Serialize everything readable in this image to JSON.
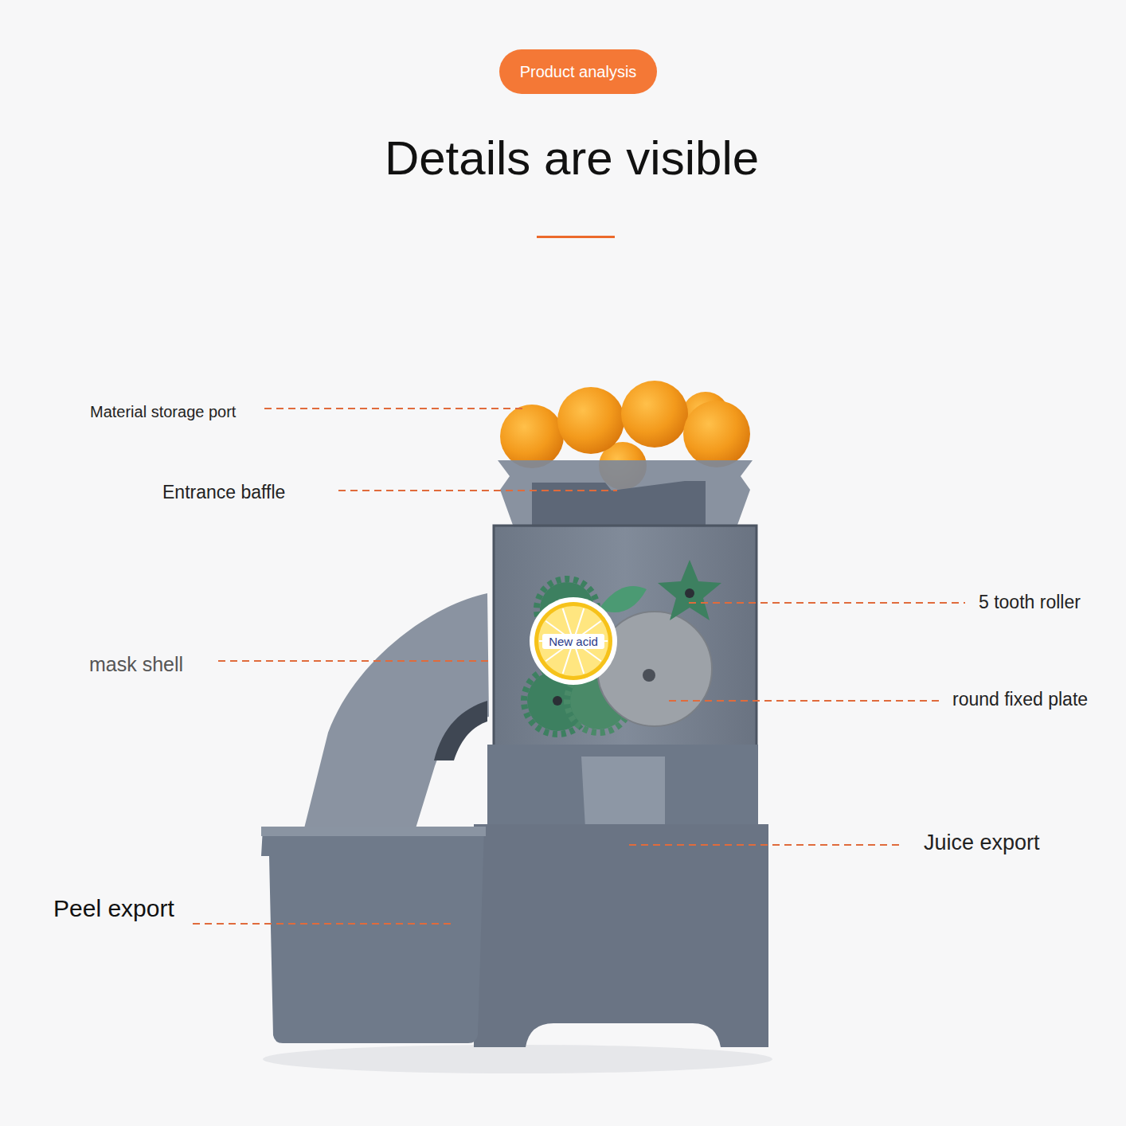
{
  "diagram": {
    "title": "Details are visible",
    "nodes": [
      {
        "text": [
          "Product analysis"
        ]
      },
      {
        "text": [
          "New acid"
        ]
      }
    ],
    "labels": [
      "Material storage port",
      "Entrance baffle",
      "mask shell",
      "Peel export",
      "5 tooth roller",
      "round fixed plate",
      "Juice export"
    ]
  }
}
